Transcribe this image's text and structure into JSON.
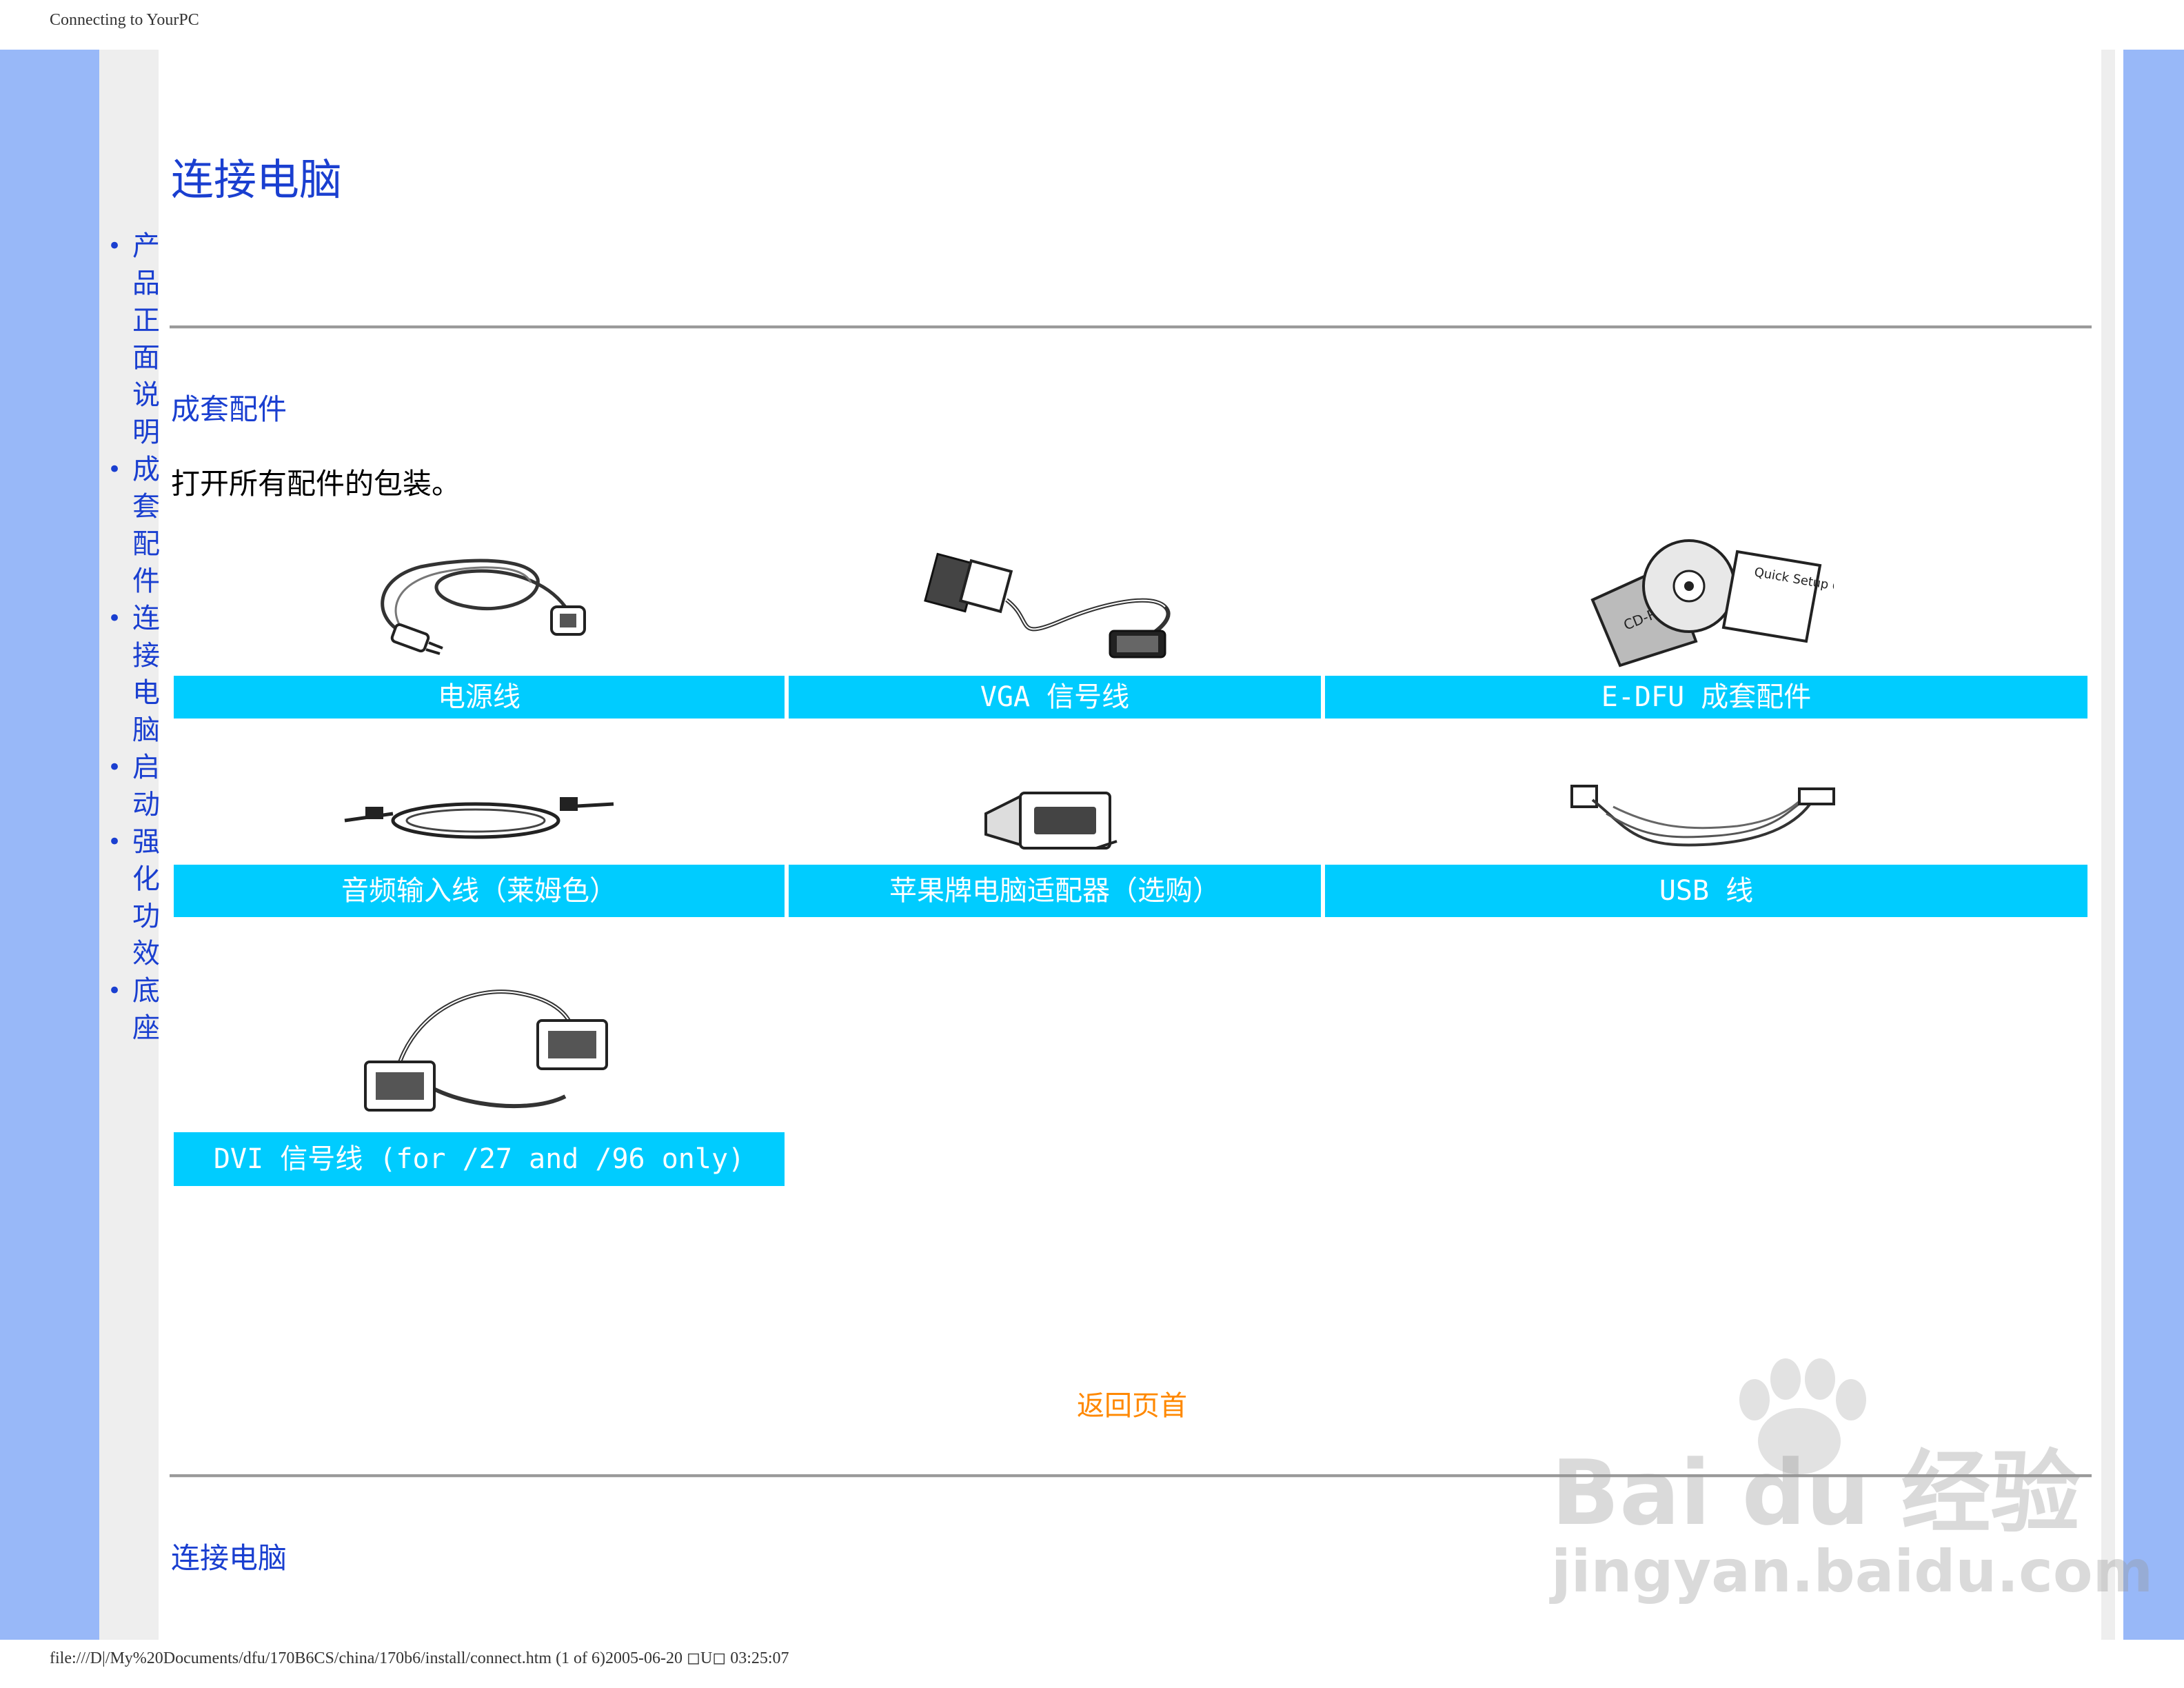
{
  "header": {
    "print_title": "Connecting to YourPC"
  },
  "footer": {
    "path": "file:///D|/My%20Documents/dfu/170B6CS/china/170b6/install/connect.htm  (1 of 6)2005-06-20 ◻U◻  03:25:07"
  },
  "sidebar": {
    "items": [
      {
        "label": "产品正面说明"
      },
      {
        "label": "成套配件"
      },
      {
        "label": "连接电脑"
      },
      {
        "label": "启动"
      },
      {
        "label": "强化功效"
      },
      {
        "label": "底座"
      }
    ]
  },
  "main": {
    "title": "连接电脑",
    "section_title": "成套配件",
    "intro": "打开所有配件的包装。",
    "accessories": [
      {
        "label": "电源线",
        "icon": "power-cord-icon"
      },
      {
        "label": "VGA 信号线",
        "icon": "vga-cable-icon"
      },
      {
        "label": "E-DFU 成套配件",
        "icon": "cd-rom-guide-icon"
      },
      {
        "label": "音频输入线（莱姆色）",
        "icon": "audio-cable-icon"
      },
      {
        "label": "苹果牌电脑适配器（选购）",
        "icon": "mac-adapter-icon"
      },
      {
        "label": "USB 线",
        "icon": "usb-cable-icon"
      },
      {
        "label": "DVI 信号线 (for /27 and /96 only)",
        "icon": "dvi-cable-icon"
      }
    ],
    "cd_label": "CD-ROM",
    "guide_label": "Quick Setup Guide",
    "back_to_top": "返回页首",
    "bottom_title": "连接电脑"
  },
  "watermark": {
    "brand": "Bai du 经验",
    "url": "jingyan.baidu.com"
  },
  "colors": {
    "link": "#1a3fd0",
    "label_bg": "#00ccff",
    "back_link": "#ff8800",
    "side_band": "#98b8f8"
  }
}
